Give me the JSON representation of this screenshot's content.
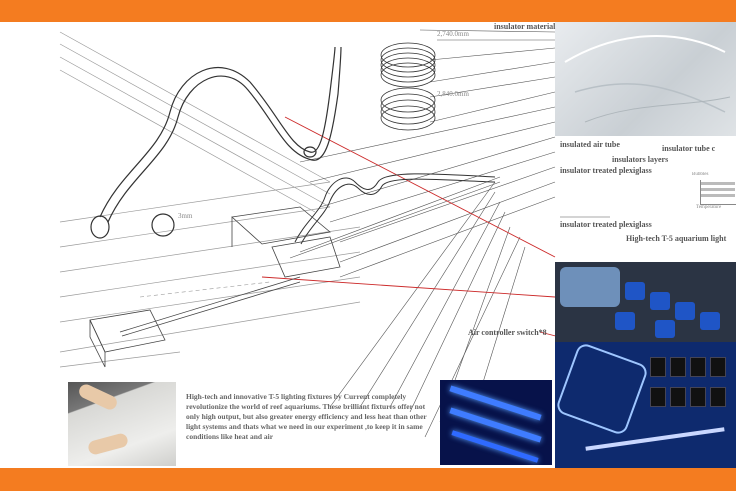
{
  "brand_color": "#f47c20",
  "labels": {
    "insulator_material": "insulator material",
    "insulated_air_tube": "insulated air tube",
    "insulator_tube": "insulator tube c",
    "insulators_layers": "insulators layers",
    "insulator_treated_plexiglass_1": "insulator treated plexiglass",
    "insulator_treated_plexiglass_2": "insulator treated plexiglass",
    "high_tech_light": "High-tech T-5 aquarium  light",
    "air_controller": "Air controller switch*8",
    "dim_1": "2,740.0mm",
    "dim_2": "2,840.0mm",
    "dim_3": "3mm",
    "mini_chart_label": "Bubbles",
    "mini_chart_axis": "Temperature"
  },
  "description": "High-tech and innovative T-5 lighting fixtures by Current completely revolutionize the world of reef aquariums. These brilliant fixtures offer not only high output, but also greater energy efficiency and less heat than other light systems and thats what we need in our experiment ,to keep it in same conditions like heat and air",
  "icons": [
    "tube-coil-drawing",
    "spring-coil-drawing",
    "tank-box-drawing"
  ]
}
